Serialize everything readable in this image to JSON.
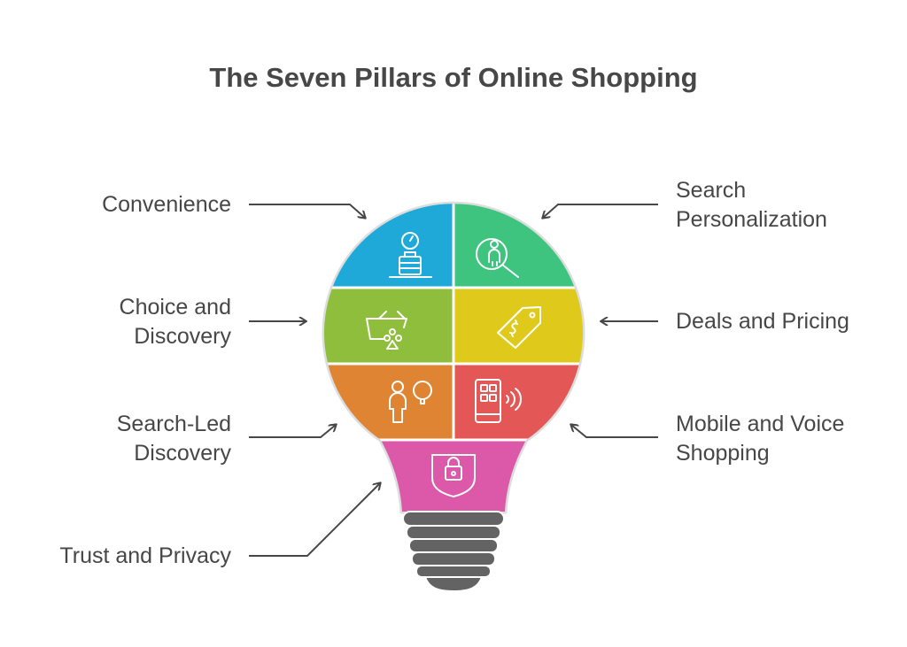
{
  "title": "The Seven Pillars of Online Shopping",
  "pillars": [
    {
      "label": "Convenience",
      "color": "#1fa9d9",
      "icon": "clock-luggage-icon"
    },
    {
      "label": "Search Personalization",
      "color": "#3ec47f",
      "icon": "person-search-icon"
    },
    {
      "label": "Choice and Discovery",
      "color": "#8fbe3c",
      "icon": "basket-shapes-icon"
    },
    {
      "label": "Deals and Pricing",
      "color": "#dfca1c",
      "icon": "price-tag-icon"
    },
    {
      "label": "Search-Led Discovery",
      "color": "#df8432",
      "icon": "person-idea-icon"
    },
    {
      "label": "Mobile and Voice Shopping",
      "color": "#e45757",
      "icon": "phone-apps-icon"
    },
    {
      "label": "Trust and Privacy",
      "color": "#dc58a8",
      "icon": "shield-lock-icon"
    }
  ],
  "base_color": "#636363"
}
